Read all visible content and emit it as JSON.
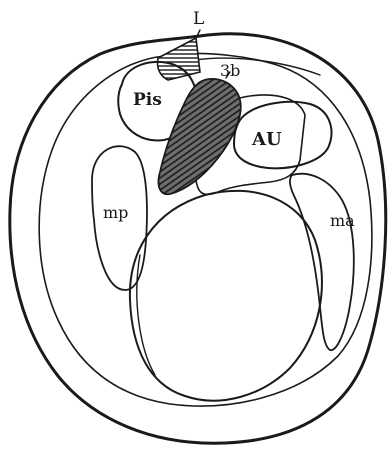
{
  "labels": {
    "L": "L",
    "pis": "Pis",
    "three_b": "3b",
    "au": "AU",
    "mp": "mp",
    "ma": "ma"
  },
  "colors": {
    "ink": "#1a1a1a",
    "paper": "#ffffff",
    "stipple_fill": "#f2f2f2"
  }
}
